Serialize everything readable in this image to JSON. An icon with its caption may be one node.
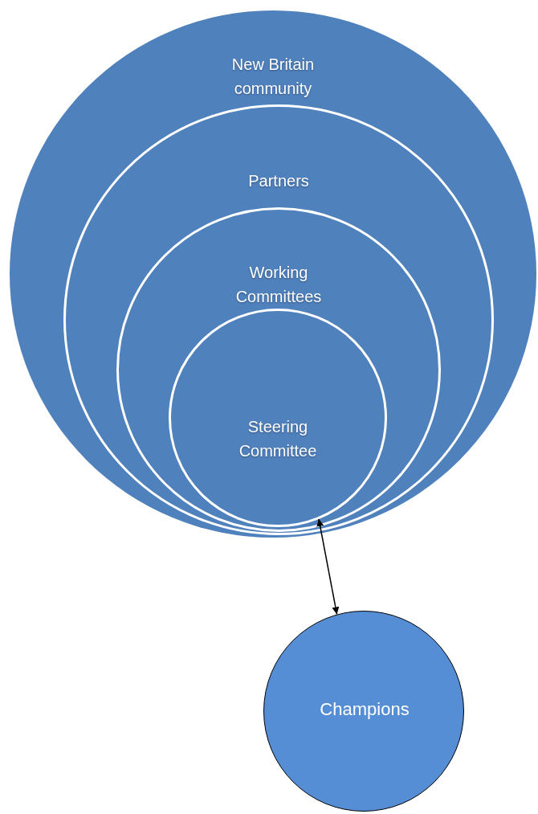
{
  "diagram": {
    "nodes": [
      {
        "text": [
          "New Britain community"
        ]
      },
      {
        "text": [
          "Partners"
        ],
        "in": 0
      },
      {
        "text": [
          "Working Committees"
        ],
        "in": 1
      },
      {
        "text": [
          "Steering Committee"
        ],
        "in": 2
      },
      {
        "text": [
          "Champions"
        ]
      }
    ],
    "edges": [
      {
        "from": 3,
        "to": 4,
        "arrow": "both"
      }
    ]
  }
}
